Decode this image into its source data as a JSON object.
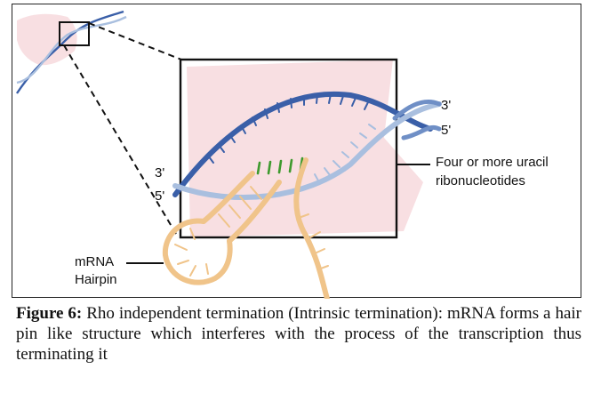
{
  "labels": {
    "dna_top_3prime": "3'",
    "dna_top_5prime": "5'",
    "dna_left_3prime": "3'",
    "dna_left_5prime": "5'",
    "uracil_line1": "Four or more uracil",
    "uracil_line2": "ribonucleotides",
    "hairpin_line1": "mRNA",
    "hairpin_line2": "Hairpin"
  },
  "caption": {
    "figure_label": "Figure 6:",
    "text": " Rho independent termination (Intrinsic termination): mRNA forms a hair pin like structure which interferes with the process of the transcription thus terminating it"
  },
  "colors": {
    "dna_dark": "#3a5fa8",
    "dna_light": "#a9bfdf",
    "mrna": "#f0c48a",
    "uracil": "#3e9a2e",
    "pink_bg": "#f8dfe2"
  }
}
